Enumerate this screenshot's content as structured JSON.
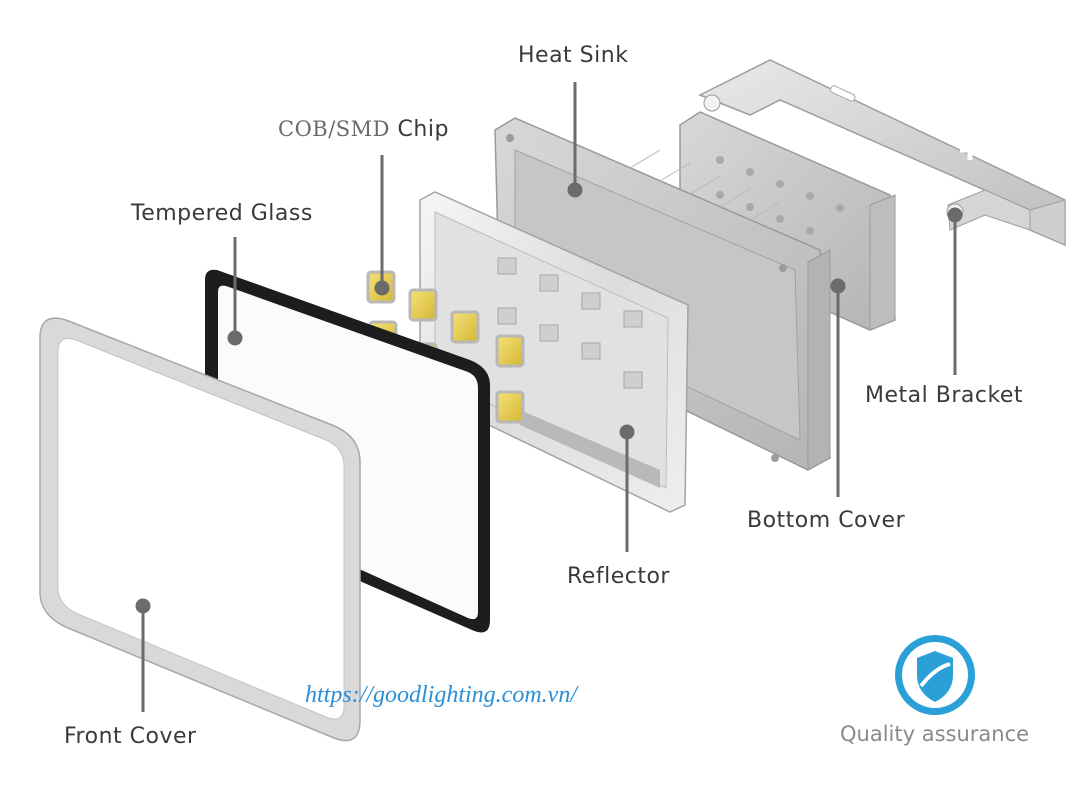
{
  "labels": {
    "heat_sink": "Heat Sink",
    "chip_prefix": "COB/SMD",
    "chip_suffix": "Chip",
    "tempered_glass": "Tempered Glass",
    "metal_bracket": "Metal Bracket",
    "bottom_cover": "Bottom Cover",
    "reflector": "Reflector",
    "front_cover": "Front Cover"
  },
  "watermark_url": "https://goodlighting.com.vn/",
  "badge": {
    "text": "Quality assurance",
    "icon": "shield-check-icon",
    "color": "#2a9fd8"
  },
  "colors": {
    "label_text": "#3a3a3a",
    "leader_line": "#6b6b6b",
    "url": "#2a8fd6"
  }
}
